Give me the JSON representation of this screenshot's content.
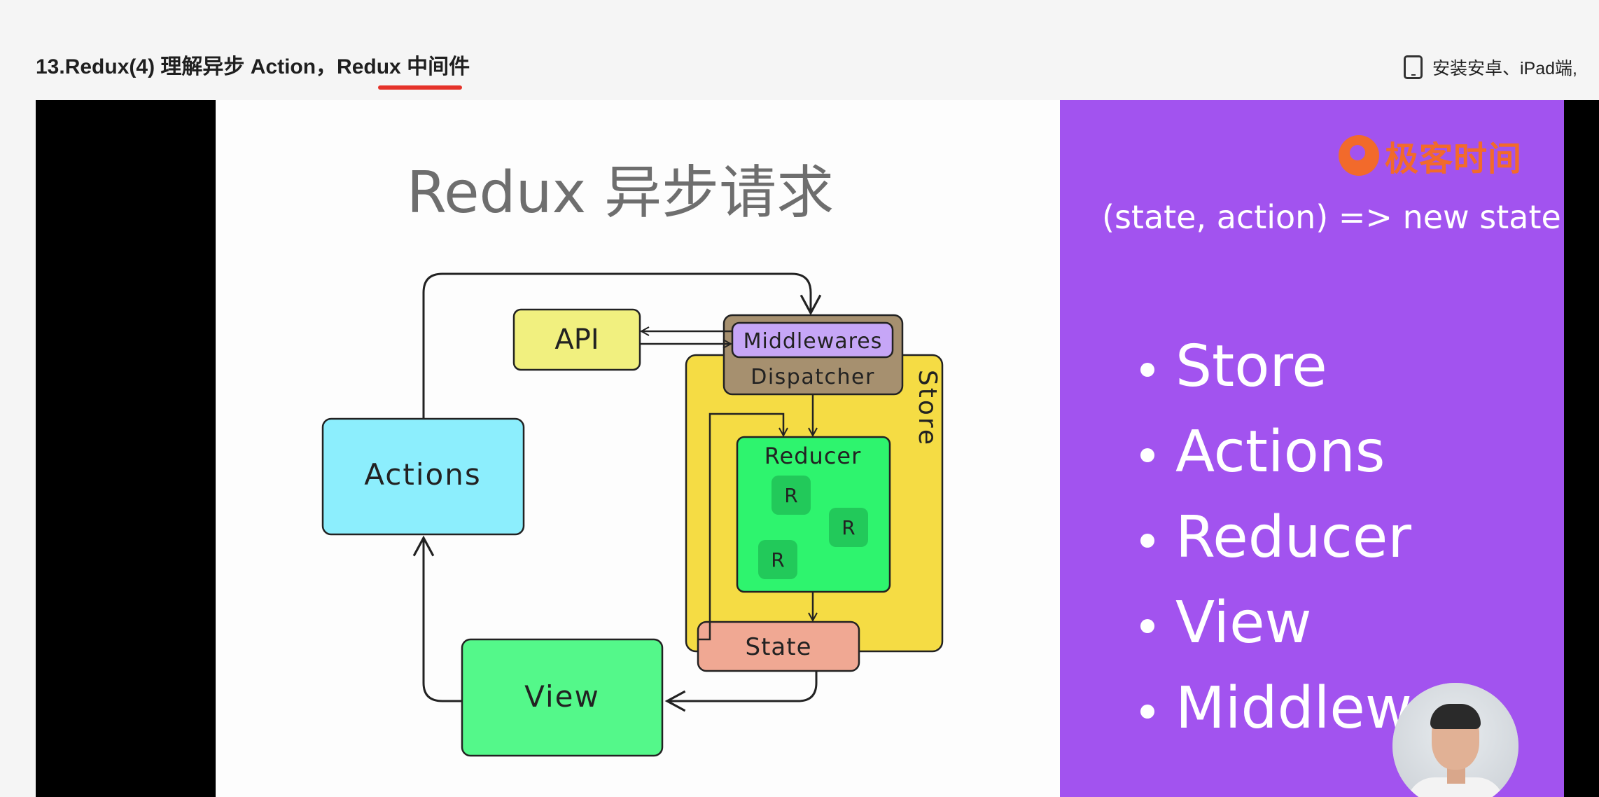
{
  "page": {
    "course_title": "13.Redux(4) 理解异步 Action，Redux 中间件",
    "install_text": "安装安卓、iPad端,"
  },
  "slide": {
    "title": "Redux 异步请求",
    "diagram": {
      "api": "API",
      "middlewares": "Middlewares",
      "dispatcher": "Dispatcher",
      "store": "Store",
      "reducer": "Reducer",
      "r": [
        "R",
        "R",
        "R"
      ],
      "state": "State",
      "actions": "Actions",
      "view": "View"
    },
    "logo_text": "极客时间",
    "formula": "(state, action) => new state",
    "bullets": [
      "Store",
      "Actions",
      "Reducer",
      "View",
      "Middlewa"
    ]
  },
  "colors": {
    "accent_underline": "#e5332a",
    "slide_purple": "#a253ef",
    "api_fill": "#f1f07f",
    "middlewares_fill": "#c6a6f7",
    "dispatcher_fill": "#a6906f",
    "store_fill": "#f5dc44",
    "reducer_fill": "#2ef46e",
    "r_fill": "#22c95a",
    "state_fill": "#f0a893",
    "actions_fill": "#8ceefd",
    "view_fill": "#54f88a",
    "logo_orange": "#f26a2b"
  }
}
